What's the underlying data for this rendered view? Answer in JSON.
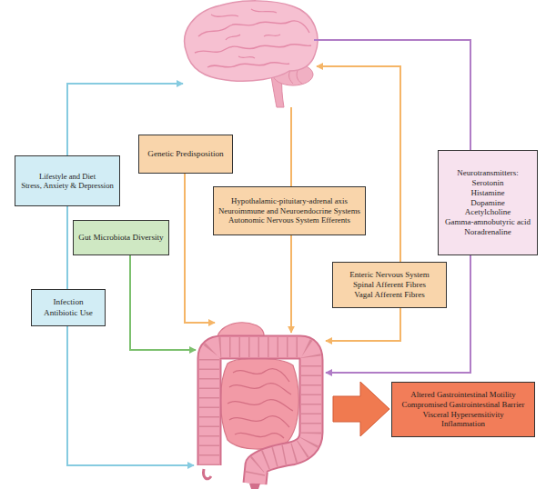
{
  "diagram": {
    "nodes": [
      {
        "text": [
          "Lifestyle and Diet",
          "Stress, Anxiety & Depression"
        ]
      },
      {
        "text": [
          "Genetic Predisposition"
        ]
      },
      {
        "text": [
          "Gut Microbiota Diversity"
        ]
      },
      {
        "text": [
          "Infection",
          "Antibiotic Use"
        ]
      },
      {
        "text": [
          "Hypothalamic-pituitary-adrenal axis",
          "Neuroimmune and Neuroendocrine Systems",
          "Autonomic Nervous System Efferents"
        ]
      },
      {
        "text": [
          "Enteric Nervous System",
          "Spinal Afferent Fibres",
          "Vagal Afferent Fibres"
        ]
      },
      {
        "text": [
          "Neurotransmitters:",
          "Serotonin",
          "Histamine",
          "Dopamine",
          "Acetylcholine",
          "Gamma-amnobutyric acid",
          "Noradrenaline"
        ]
      },
      {
        "text": [
          "Altered Gastrointestinal Motility",
          "Compromised Gastrointestinal Barrier",
          "Visceral Hypersensitivity",
          "Inflammation"
        ]
      }
    ]
  }
}
